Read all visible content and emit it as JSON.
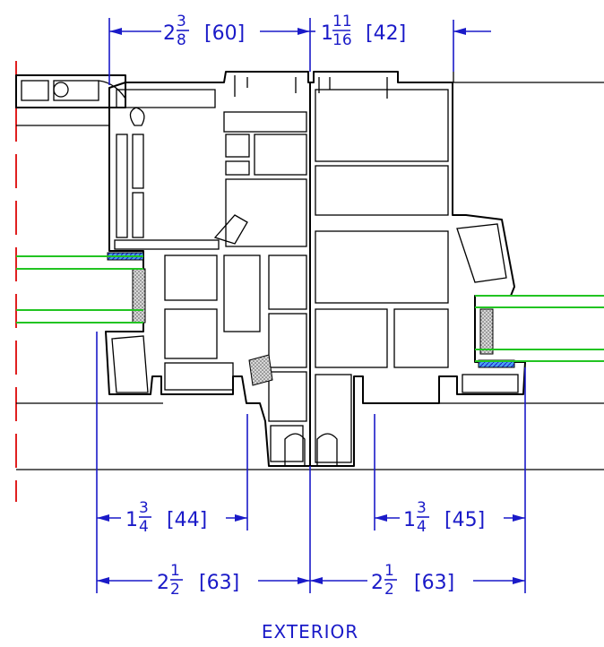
{
  "dimensions": {
    "top_left": {
      "whole": "2",
      "num": "3",
      "den": "8",
      "mm": "[60]"
    },
    "top_right": {
      "whole": "1",
      "num": "11",
      "den": "16",
      "mm": "[42]"
    },
    "mid_left": {
      "whole": "1",
      "num": "3",
      "den": "4",
      "mm": "[44]"
    },
    "mid_right": {
      "whole": "1",
      "num": "3",
      "den": "4",
      "mm": "[45]"
    },
    "bottom_left": {
      "whole": "2",
      "num": "1",
      "den": "2",
      "mm": "[63]"
    },
    "bottom_right": {
      "whole": "2",
      "num": "1",
      "den": "2",
      "mm": "[63]"
    }
  },
  "caption": "EXTERIOR",
  "colors": {
    "dimension": "#1a1ac8",
    "profile": "#000000",
    "glazing": "#22c422",
    "centerline": "#e02020",
    "gasket": "#3a8fe0"
  }
}
